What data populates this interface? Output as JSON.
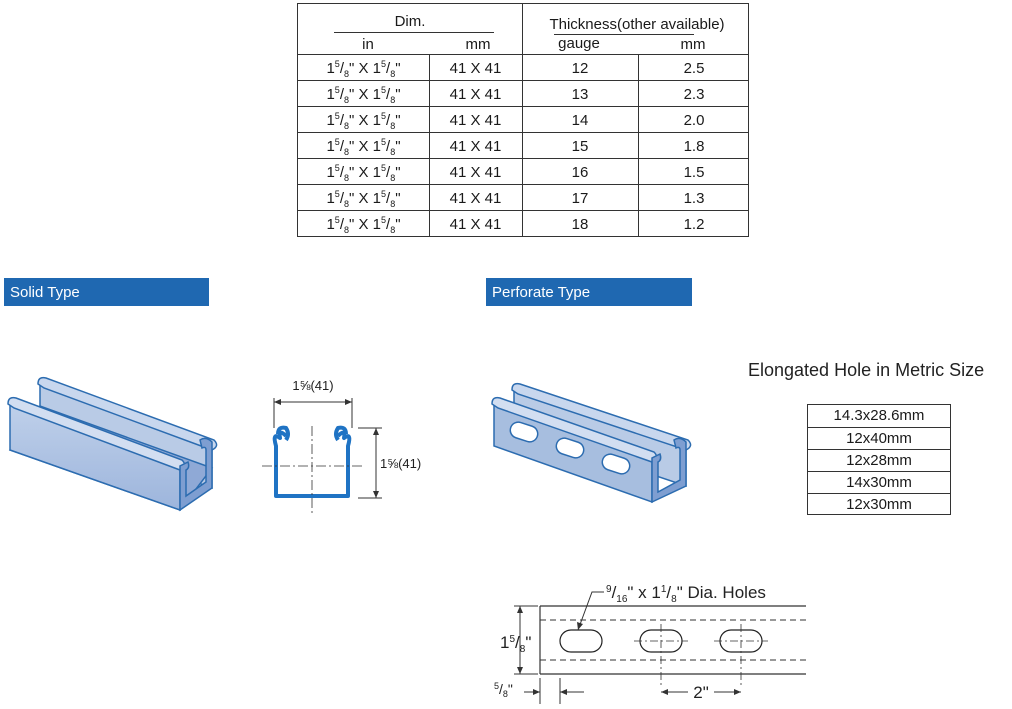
{
  "spec_table": {
    "dim_header": "Dim.",
    "dim_in_label": "in",
    "dim_mm_label": "mm",
    "thickness_header": "Thickness(other available)",
    "gauge_label": "gauge",
    "thickness_mm_label": "mm",
    "rows": [
      {
        "in_whole": "1",
        "in_num": "5",
        "in_den": "8",
        "in_sep": "\" X ",
        "in_whole2": "1",
        "mm": "41 X 41",
        "gauge": "12",
        "thickness": "2.5"
      },
      {
        "in_whole": "1",
        "in_num": "5",
        "in_den": "8",
        "in_sep": "\" X ",
        "in_whole2": "1",
        "mm": "41 X 41",
        "gauge": "13",
        "thickness": "2.3"
      },
      {
        "in_whole": "1",
        "in_num": "5",
        "in_den": "8",
        "in_sep": "\" X ",
        "in_whole2": "1",
        "mm": "41 X 41",
        "gauge": "14",
        "thickness": "2.0"
      },
      {
        "in_whole": "1",
        "in_num": "5",
        "in_den": "8",
        "in_sep": "\" X ",
        "in_whole2": "1",
        "mm": "41 X 41",
        "gauge": "15",
        "thickness": "1.8"
      },
      {
        "in_whole": "1",
        "in_num": "5",
        "in_den": "8",
        "in_sep": "\" X ",
        "in_whole2": "1",
        "mm": "41 X 41",
        "gauge": "16",
        "thickness": "1.5"
      },
      {
        "in_whole": "1",
        "in_num": "5",
        "in_den": "8",
        "in_sep": "\" X ",
        "in_whole2": "1",
        "mm": "41 X 41",
        "gauge": "17",
        "thickness": "1.3"
      },
      {
        "in_whole": "1",
        "in_num": "5",
        "in_den": "8",
        "in_sep": "\" X ",
        "in_whole2": "1",
        "mm": "41 X 41",
        "gauge": "18",
        "thickness": "1.2"
      }
    ]
  },
  "solid_type_label": "Solid Type",
  "perforate_type_label": "Perforate Type",
  "solid_dims": {
    "width_label": "1⅝(41)",
    "height_label": "1⅝(41)"
  },
  "elongated_hole_title": "Elongated Hole in Metric Size",
  "elongated_hole_sizes": [
    "14.3x28.6mm",
    "12x40mm",
    "12x28mm",
    "14x30mm",
    "12x30mm"
  ],
  "perf_drawing": {
    "holes_num": "9",
    "holes_den": "16",
    "holes_mid": "\" x 1",
    "holes_num2": "1",
    "holes_den2": "8",
    "holes_tail": "\" Dia. Holes",
    "height_whole": "1",
    "height_num": "5",
    "height_den": "8",
    "offset_num": "5",
    "offset_den": "8",
    "spacing_label": "2\""
  },
  "colors": {
    "banner": "#1f68b1",
    "steel_face": "#a7bedf",
    "steel_edge": "#2c6cb0",
    "profile_blue": "#1f73c4"
  }
}
